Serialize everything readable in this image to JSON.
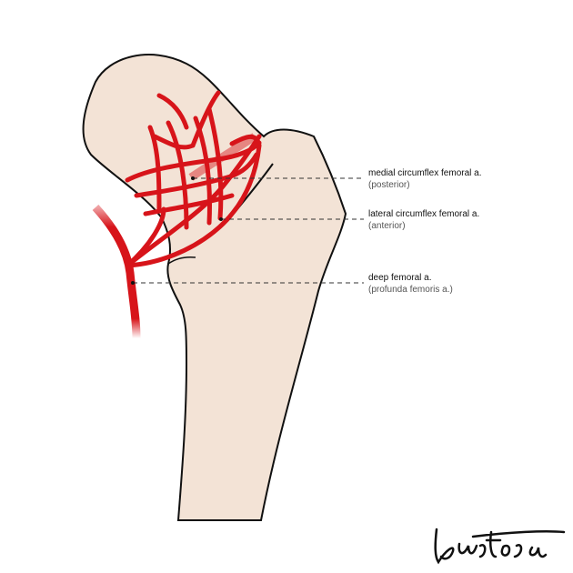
{
  "colors": {
    "bone": "#f3e3d6",
    "artery": "#d7141a",
    "outline": "#111111"
  },
  "labels": [
    {
      "name": "medial circumflex femoral a.",
      "sub": "(posterior)"
    },
    {
      "name": "lateral circumflex femoral a.",
      "sub": "(anterior)"
    },
    {
      "name": "deep femoral a.",
      "sub": "(profunda femoris a.)"
    }
  ],
  "signature": "Bustosa"
}
